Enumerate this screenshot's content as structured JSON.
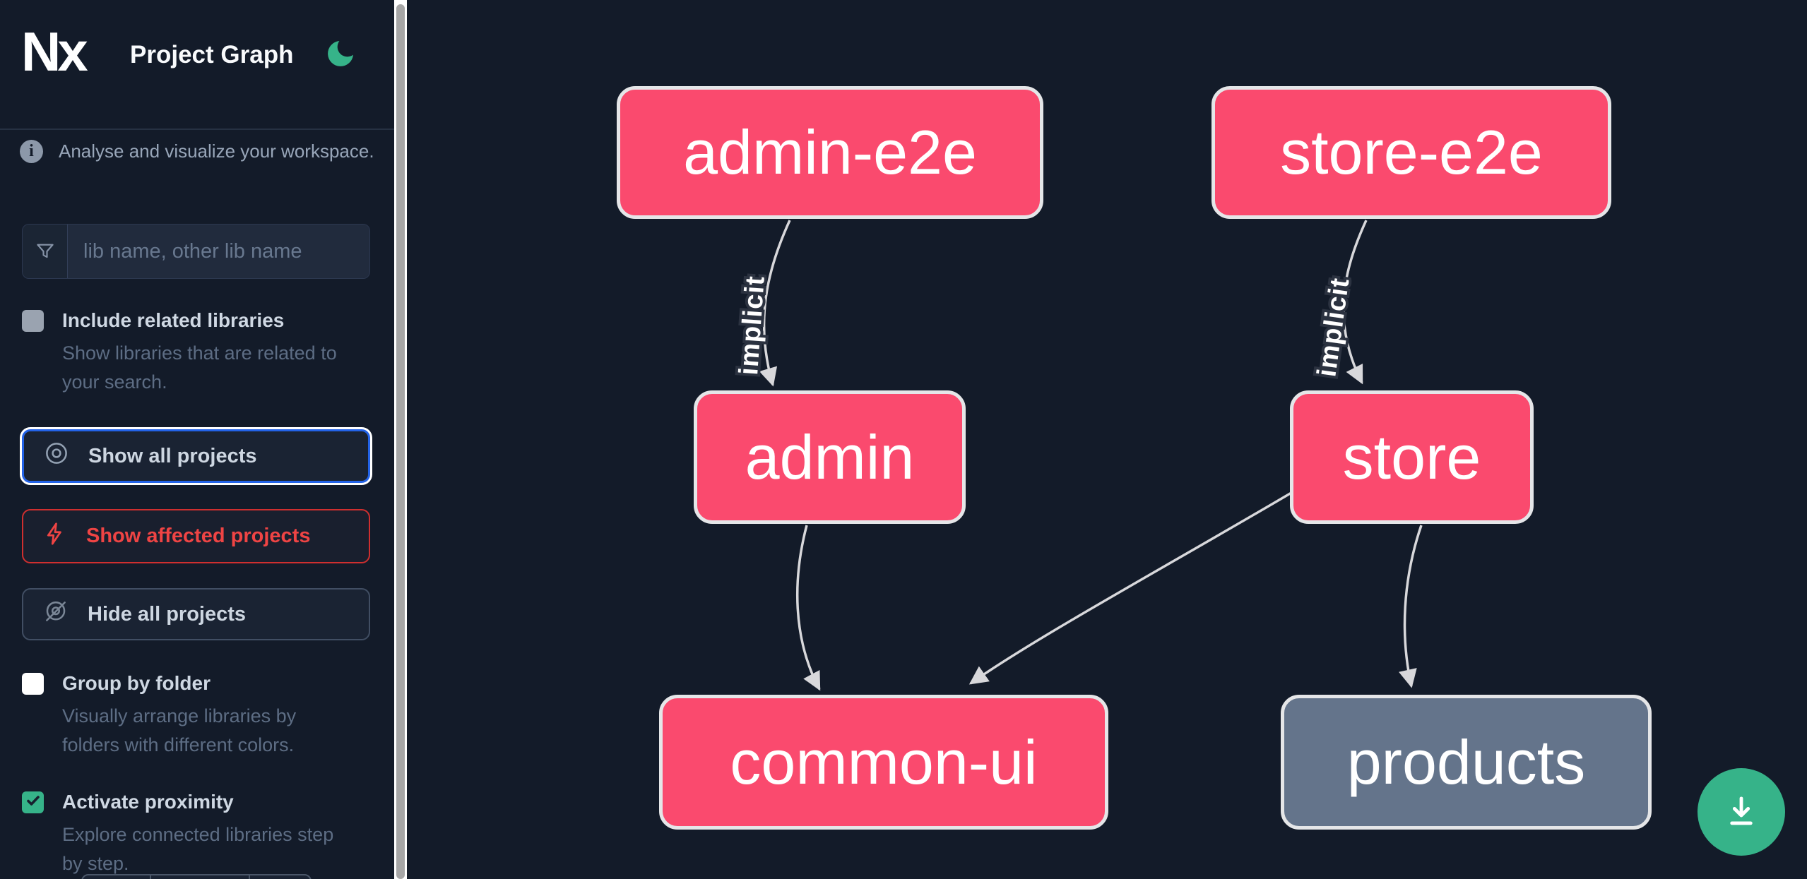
{
  "header": {
    "logo": "Nx",
    "title": "Project Graph"
  },
  "sidebar": {
    "tagline": "Analyse and visualize your workspace.",
    "search": {
      "placeholder": "lib name, other lib name",
      "value": ""
    },
    "toggles": {
      "include_related": {
        "label": "Include related libraries",
        "description": "Show libraries that are related to your search.",
        "checked": false
      },
      "group_by_folder": {
        "label": "Group by folder",
        "description": "Visually arrange libraries by folders with different colors.",
        "checked": false
      },
      "activate_proximity": {
        "label": "Activate proximity",
        "description": "Explore connected libraries step by step.",
        "checked": true
      }
    },
    "actions": {
      "show_all": {
        "label": "Show all projects"
      },
      "show_affected": {
        "label": "Show affected projects"
      },
      "hide_all": {
        "label": "Hide all projects"
      }
    }
  },
  "graph": {
    "nodes": [
      {
        "id": "admin-e2e",
        "label": "admin-e2e",
        "type": "affected"
      },
      {
        "id": "store-e2e",
        "label": "store-e2e",
        "type": "affected"
      },
      {
        "id": "admin",
        "label": "admin",
        "type": "affected"
      },
      {
        "id": "store",
        "label": "store",
        "type": "affected"
      },
      {
        "id": "common-ui",
        "label": "common-ui",
        "type": "affected"
      },
      {
        "id": "products",
        "label": "products",
        "type": "unaffected"
      }
    ],
    "edges": [
      {
        "source": "admin-e2e",
        "target": "admin",
        "label": "implicit"
      },
      {
        "source": "store-e2e",
        "target": "store",
        "label": "implicit"
      },
      {
        "source": "admin",
        "target": "common-ui",
        "label": ""
      },
      {
        "source": "store",
        "target": "common-ui",
        "label": ""
      },
      {
        "source": "store",
        "target": "products",
        "label": ""
      }
    ]
  },
  "colors": {
    "background": "#131b29",
    "node_affected": "#fa4a6e",
    "node_unaffected": "#64748b",
    "node_border": "#e5e6e8",
    "edge": "#d8d8db",
    "accent_green": "#36b389",
    "focus_blue": "#2363e8",
    "danger_red": "#ef4444"
  }
}
